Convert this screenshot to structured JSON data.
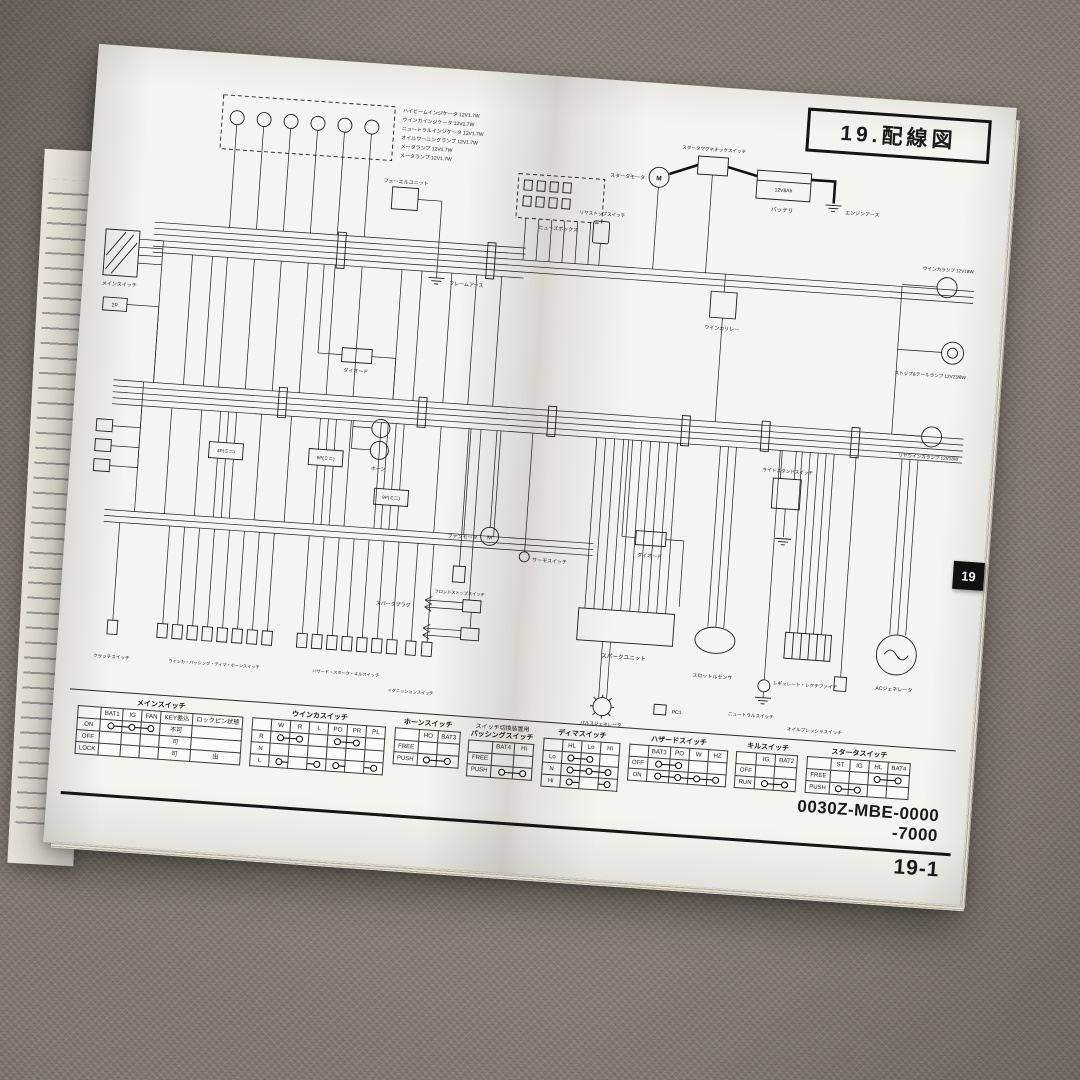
{
  "page": {
    "header_title": "19.配線図",
    "doc_number_line1": "0030Z-MBE-0000",
    "doc_number_line2": "-7000",
    "page_number": "19-1",
    "tab_label": "19"
  },
  "colors": {
    "paper": "#f6f4ee",
    "ink": "#151515",
    "carpet": "#8d8378",
    "tab": "#101010"
  },
  "lamp_legend": [
    "ハイビームインジケータ 12V1.7W",
    "ウインカインジケータ 12V1.7W",
    "ニュートラルインジケータ 12V1.7W",
    "オイルワーニングランプ 12V1.7W",
    "メータランプ 12V1.7W",
    "メータランプ 12V1.7W"
  ],
  "diagram": {
    "labels": [
      "メインスイッチ",
      "フューエルユニット",
      "フレームアース",
      "ヒューズボックス",
      "スタータモータ",
      "スタータマグネチックスイッチ",
      "バッテリ",
      "エンジンアース",
      "ウインカリレー",
      "リヤストップスイッチ",
      "ウインカランプ 12V18W",
      "ストップ&テールランプ 12V23/8W",
      "リヤウインカランプ 12V18W",
      "サイドスタンドスイッチ",
      "ダイオード",
      "ダイオード",
      "ホーン",
      "ファンモータ",
      "サーモスイッチ",
      "フロントストップスイッチ",
      "スパークプラグ",
      "パルスジェネレータ",
      "PC1",
      "スパークユニット",
      "スロットルセンサ",
      "ニュートラルスイッチ",
      "オイルプレッシャスイッチ",
      "レギュレート・レクチファイア",
      "ACジェネレータ",
      "クラッチスイッチ",
      "ウインカ・パッシング・ディマ・ホーンスイッチ",
      "ハザード・スタータ・キルスイッチ",
      "イグニッションスイッチ",
      "2P",
      "4P(ミニ)",
      "6P(ミニ)",
      "9P(ミニ)",
      "12V8Ah",
      "M"
    ]
  },
  "tables": [
    {
      "title": "メインスイッチ",
      "columns": [
        "",
        "BAT1",
        "IG",
        "FAN",
        "KEY差込",
        "ロックピン状態"
      ],
      "rows": [
        [
          "ON",
          "o>",
          "o=",
          "o<",
          "不可",
          ""
        ],
        [
          "OFF",
          "",
          "",
          "",
          "可",
          ""
        ],
        [
          "LOCK",
          "",
          "",
          "",
          "可",
          "出"
        ]
      ]
    },
    {
      "title": "ウインカスイッチ",
      "columns": [
        "",
        "W",
        "R",
        "L",
        "PO",
        "PR",
        "PL"
      ],
      "rows": [
        [
          "R",
          "o>",
          "o<",
          "",
          "o>",
          "o<",
          ""
        ],
        [
          "N",
          "",
          "",
          "",
          "",
          "",
          ""
        ],
        [
          "L",
          "o>",
          "",
          "o<",
          "o>",
          "",
          "o<"
        ]
      ]
    },
    {
      "title": "ホーンスイッチ",
      "columns": [
        "",
        "HO",
        "BAT3"
      ],
      "rows": [
        [
          "FREE",
          "",
          ""
        ],
        [
          "PUSH",
          "o>",
          "o<"
        ]
      ]
    },
    {
      "supertitle": "スイッチ切換装置用",
      "title": "パッシングスイッチ",
      "columns": [
        "",
        "BAT4",
        "Hi"
      ],
      "rows": [
        [
          "FREE",
          "",
          ""
        ],
        [
          "PUSH",
          "o>",
          "o<"
        ]
      ]
    },
    {
      "title": "ディマスイッチ",
      "columns": [
        "",
        "HL",
        "Lo",
        "Hi"
      ],
      "rows": [
        [
          "Lo",
          "o>",
          "o<",
          ""
        ],
        [
          "N",
          "o>",
          "o=",
          "o<"
        ],
        [
          "Hi",
          "o>",
          "",
          "o<"
        ]
      ]
    },
    {
      "title": "ハザードスイッチ",
      "columns": [
        "",
        "BAT3",
        "PO",
        "W",
        "HZ"
      ],
      "rows": [
        [
          "OFF",
          "o>",
          "o<",
          "",
          ""
        ],
        [
          "ON",
          "o>",
          "o=",
          "o=",
          "o<"
        ]
      ]
    },
    {
      "title": "キルスイッチ",
      "columns": [
        "",
        "IG",
        "BAT2"
      ],
      "rows": [
        [
          "OFF",
          "",
          ""
        ],
        [
          "RUN",
          "o>",
          "o<"
        ]
      ]
    },
    {
      "title": "スタータスイッチ",
      "columns": [
        "",
        "ST",
        "IG",
        "HL",
        "BAT4"
      ],
      "rows": [
        [
          "FREE",
          "",
          "",
          "o>",
          "o<"
        ],
        [
          "PUSH",
          "o>",
          "o<",
          "",
          ""
        ]
      ]
    }
  ]
}
